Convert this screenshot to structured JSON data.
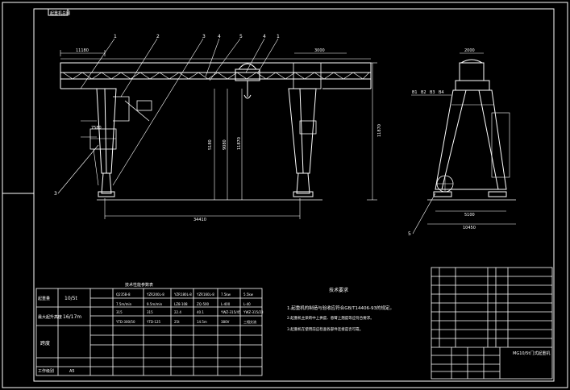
{
  "drawing": {
    "tag": "起重机总图",
    "leaders": [
      "1",
      "2",
      "3",
      "4",
      "5",
      "4",
      "1",
      "3",
      "5"
    ],
    "front_dims": {
      "top_left": "11180",
      "top_right": "3000",
      "height_left": "5180",
      "height_mid": "9080",
      "height_right": "11870",
      "span": "34410",
      "side": "7580"
    },
    "side_dims": {
      "top": "2000",
      "rail": "5100",
      "base": "10450"
    },
    "side_labels": [
      "B1",
      "B2",
      "B3",
      "B4"
    ]
  },
  "notes": {
    "title": "技术要求",
    "items": [
      "1.起重机的制造与验收应符合GB/T14406-93的规定。",
      "2.起重机主梁跨中上拱度、悬臂上翘度等应符合要求。",
      "3.起重机在使用前应检查各部件连接是否可靠。"
    ]
  },
  "spec_table": {
    "title": "技术性能参数表",
    "rows": [
      [
        "起重量",
        "10/5t"
      ],
      [
        "最大起升高度",
        "16/17m"
      ],
      [
        "跨度",
        ""
      ],
      [
        "工作级别",
        "A5"
      ]
    ],
    "cells": [
      "Q235B-8",
      "YZR200L-8",
      "YZR180L-8",
      "YZR160L-8",
      "7.5kw",
      "5.5kw",
      "7.5m/min",
      "9.5m/min",
      "LZ8-108",
      "ZQ-500",
      "L-400",
      "L-40",
      "315",
      "315",
      "22.4",
      "40.1",
      "YWZ-315/45",
      "YWZ-315/23",
      "YTD-300/50",
      "YTD-125",
      "25t",
      "14.5m",
      "380V",
      "三相交流"
    ]
  },
  "title_block": {
    "project": "MG10/5t门式起重机"
  }
}
